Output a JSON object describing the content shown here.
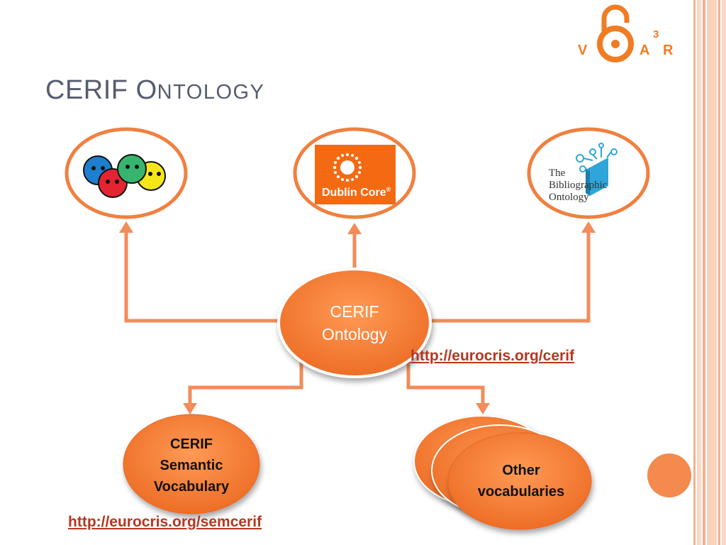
{
  "slide": {
    "title_first": "CERIF ",
    "title_big_o": "O",
    "title_rest": "NTOLOGY"
  },
  "logo": {
    "letter_v": "V",
    "letter_a": "A",
    "superscript": "3",
    "letter_r": "R"
  },
  "center_node": {
    "line1": "CERIF",
    "line2": "Ontology"
  },
  "top_nodes": {
    "dublin_core_label": "Dublin Core",
    "dublin_core_mark": "®",
    "bibo_line1": "The",
    "bibo_line2": "Bibliographic",
    "bibo_line3": "Ontology"
  },
  "bottom_nodes": {
    "semantic": {
      "line1": "CERIF",
      "line2": "Semantic",
      "line3": "Vocabulary"
    },
    "other": {
      "line1": "Other",
      "line2": "vocabularies"
    }
  },
  "links": {
    "cerif": "http://eurocris.org/cerif",
    "semcerif": "http://eurocris.org/semcerif"
  },
  "colors": {
    "accent": "#f08040",
    "arrow": "#f28c5a",
    "node_fill": "#f07a3a",
    "title": "#555c6e",
    "link": "#b5371f"
  }
}
